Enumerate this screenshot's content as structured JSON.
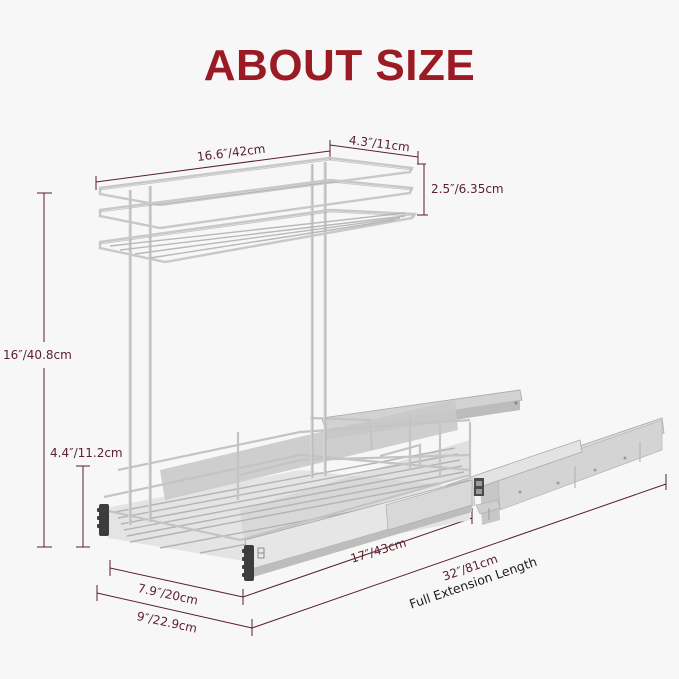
{
  "title": "ABOUT SIZE",
  "colors": {
    "background": "#f7f7f7",
    "title": "#9b1b24",
    "dimension_line": "#5a1f2a",
    "wire": "#c9c9c9",
    "wire_shadow": "#9a9a9a",
    "steel": "#d6d6d6",
    "rubber": "#3a3a3a"
  },
  "product": {
    "description": "Two-tier pull-out cabinet organizer with wire baskets and full-extension slide rails"
  },
  "dimensions": {
    "top_width": "16.6″/42cm",
    "top_depth": "4.3″/11cm",
    "top_basket_height": "2.5″/6.35cm",
    "overall_height": "16″/40.8cm",
    "bottom_basket_height": "4.4″/11.2cm",
    "slide_length": "17″/43cm",
    "full_extension": "32″/81cm",
    "full_extension_caption": "Full Extension Length",
    "basket_width": "7.9″/20cm",
    "overall_width": "9″/22.9cm"
  }
}
